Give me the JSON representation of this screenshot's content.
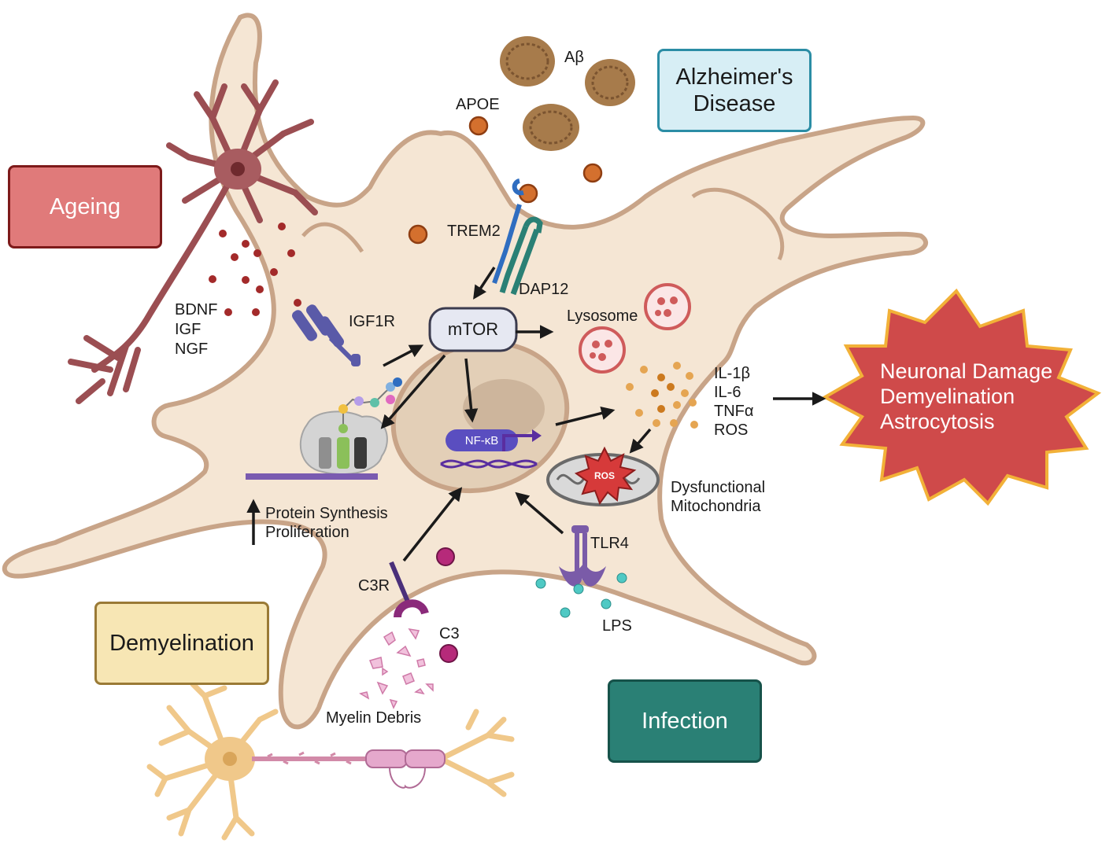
{
  "boxes": {
    "ageing": "Ageing",
    "alzheimers_line1": "Alzheimer's",
    "alzheimers_line2": "Disease",
    "demyelination": "Demyelination",
    "infection": "Infection"
  },
  "labels": {
    "abeta": "Aβ",
    "apoe": "APOE",
    "trem2": "TREM2",
    "dap12": "DAP12",
    "bdnf": "BDNF",
    "igf": "IGF",
    "ngf": "NGF",
    "igf1r": "IGF1R",
    "mtor": "mTOR",
    "lysosome": "Lysosome",
    "nfkb": "NF-κB",
    "il1b": "IL-1β",
    "il6": "IL-6",
    "tnfa": "TNFα",
    "ros": "ROS",
    "ros_badge": "ROS",
    "dysfunctional": "Dysfunctional",
    "mitochondria": "Mitochondria",
    "protein_synthesis": "Protein Synthesis",
    "proliferation": "Proliferation",
    "c3r": "C3R",
    "c3": "C3",
    "tlr4": "TLR4",
    "lps": "LPS",
    "myelin_debris": "Myelin Debris"
  },
  "outcomes": {
    "line1": "Neuronal Damage",
    "line2": "Demyelination",
    "line3": "Astrocytosis"
  },
  "colors": {
    "cell_fill": "#f5e6d4",
    "cell_outline": "#c8a488",
    "ageing_box": "#e07a7a",
    "alzheimers_box": "#d7eef5",
    "demyelination_box": "#f7e6b4",
    "infection_box": "#2a8075",
    "outcome_star": "#cf4a4a",
    "outcome_star_border": "#f2b138",
    "apoe": "#d4702e",
    "mtor_fill": "#e6e8f2",
    "nfkb_fill": "#5a4ec0"
  }
}
